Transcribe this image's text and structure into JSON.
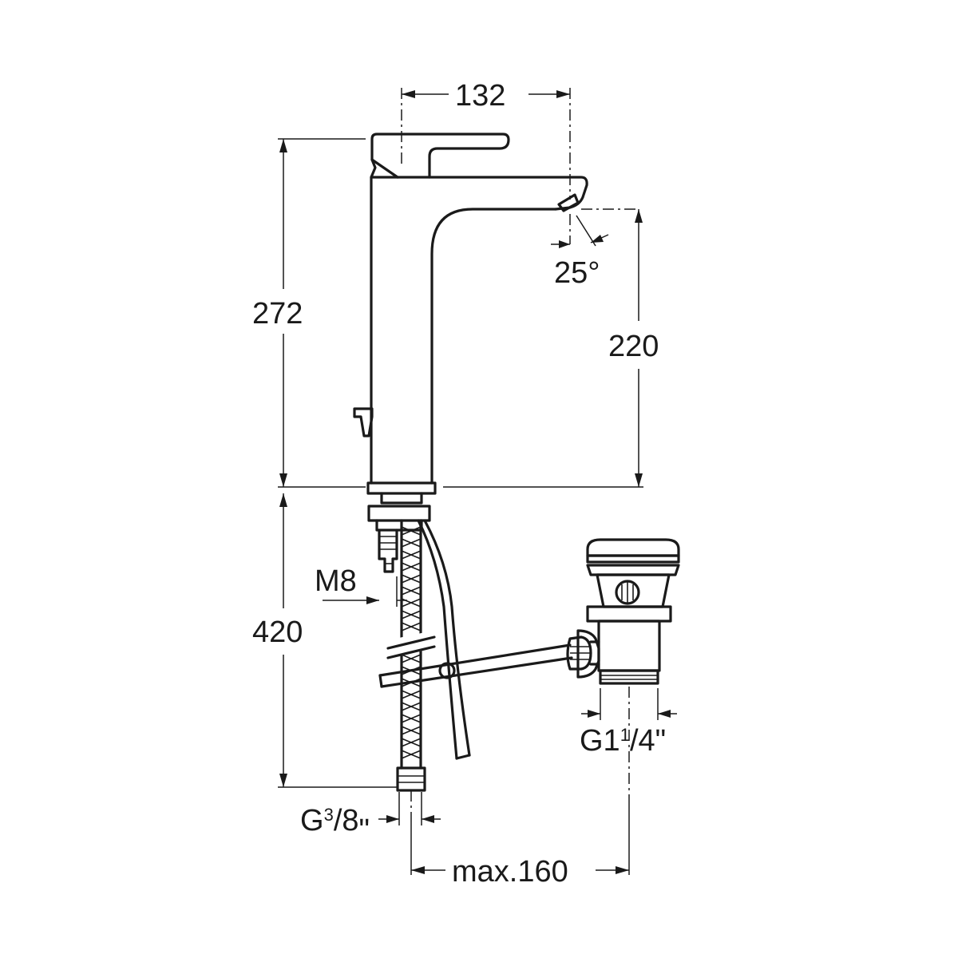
{
  "dimensions": {
    "width_spout": "132",
    "total_height": "272",
    "spout_height": "220",
    "spout_angle": "25°",
    "hose_length": "420",
    "rod_thread": "M8",
    "hose_thread_prefix": "G",
    "hose_thread_num": "3",
    "hose_thread_den": "/8",
    "hose_thread_suffix": "\"",
    "waste_thread_prefix": "G1",
    "waste_thread_num": "1",
    "waste_thread_den": "/4",
    "waste_thread_suffix": "\"",
    "max_offset": "max.160"
  }
}
